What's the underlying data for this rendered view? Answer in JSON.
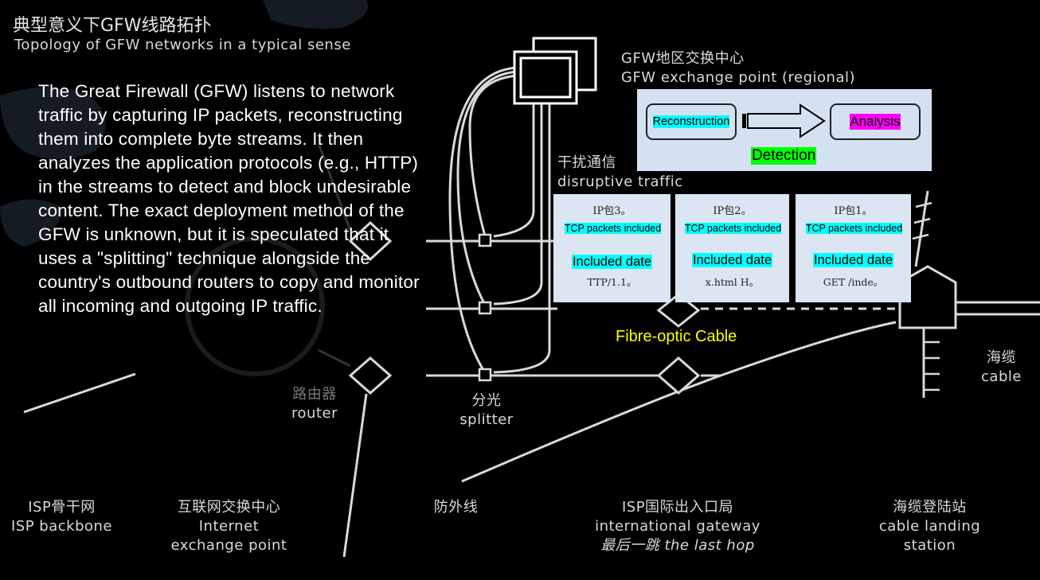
{
  "header": {
    "title_cn": "典型意义下GFW线路拓扑",
    "title_en": "Topology of GFW networks in a typical sense"
  },
  "description": "The Great Firewall (GFW) listens to network traffic by capturing IP packets, reconstructing them into complete byte streams. It then analyzes the application protocols (e.g., HTTP) in the streams to detect and block undesirable content. The exact deployment method of the GFW is unknown, but it is speculated that it uses a \"splitting\" technique alongside the country's outbound routers to copy and monitor all incoming and outgoing IP traffic.",
  "exchange_point": {
    "label_cn": "GFW地区交换中心",
    "label_en": "GFW exchange point (regional)",
    "reconstruction": "Reconstruction",
    "analysis": "Analysis",
    "detection": "Detection"
  },
  "disruptive": {
    "label_cn": "干扰通信",
    "label_en": "disruptive traffic"
  },
  "packets": [
    {
      "title": "IP包3。",
      "tcp": "TCP packets included",
      "included": "Included date",
      "code": "TTP/1.1。"
    },
    {
      "title": "IP包2。",
      "tcp": "TCP packets included",
      "included": "Included date",
      "code": "x.html H。"
    },
    {
      "title": "IP包1。",
      "tcp": "TCP packets included",
      "included": "Included date",
      "code": "GET /inde。"
    }
  ],
  "fibre_label": "Fibre-optic Cable",
  "router": {
    "label_cn": "路由器",
    "label_en": "router"
  },
  "splitter": {
    "label_cn": "分光",
    "label_en": "splitter"
  },
  "sea_cable": {
    "label_cn": "海缆",
    "label_en": "cable"
  },
  "bottom_labels": {
    "isp_backbone": {
      "cn": "ISP骨干网",
      "en": "ISP backbone"
    },
    "ixp": {
      "cn": "互联网交换中心",
      "en1": "Internet",
      "en2": "exchange point"
    },
    "defense_line": {
      "cn": "防外线"
    },
    "gateway": {
      "cn": "ISP国际出入口局",
      "en": "international gateway",
      "hop_cn": "最后一跳",
      "hop_en": "the last hop"
    },
    "landing": {
      "cn": "海缆登陆站",
      "en1": "cable landing",
      "en2": "station"
    }
  },
  "colors": {
    "background": "#000000",
    "line": "#d9d9d9",
    "panel": "#d4e1f0",
    "highlight_cyan": "#00ffff",
    "highlight_magenta": "#ff00ff",
    "highlight_green": "#00ff00",
    "fibre_text": "#ffff00"
  }
}
